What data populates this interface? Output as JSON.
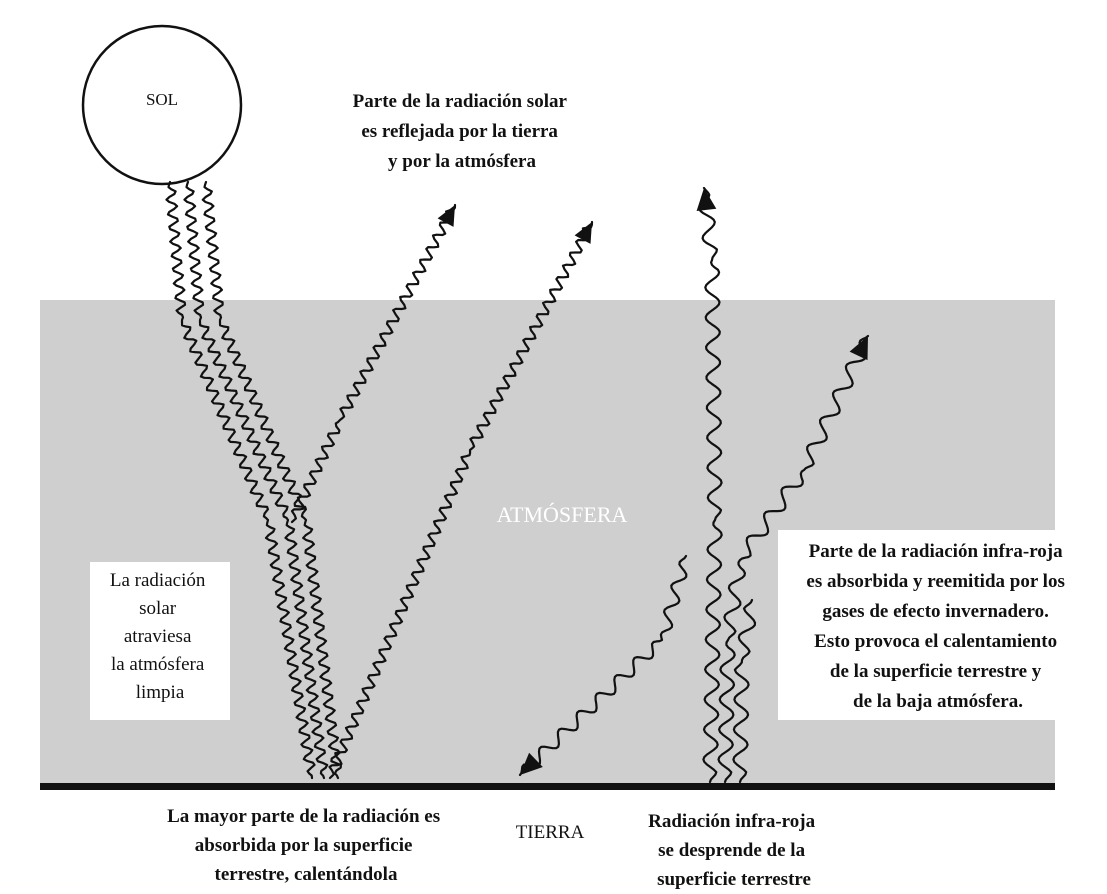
{
  "sun": {
    "label": "SOL"
  },
  "atmosphere": {
    "label": "ATMÓSFERA"
  },
  "earth": {
    "label": "TIERRA"
  },
  "notes": {
    "reflected": [
      "Parte de la radiación solar",
      "es reflejada por la tierra",
      "y por la atmósfera"
    ],
    "transmitted": [
      "La radiación",
      "solar",
      "atraviesa",
      "la atmósfera",
      "limpia"
    ],
    "absorbed": [
      "La mayor parte de la radiación es",
      "absorbida por la superficie",
      "terrestre, calentándola"
    ],
    "infrared_emitted": [
      "Radiación infra-roja",
      "se desprende de la",
      "superficie terrestre"
    ],
    "greenhouse": [
      "Parte de la radiación infra-roja",
      "es absorbida y reemitida por los",
      "gases de efecto invernadero.",
      "Esto provoca el calentamiento",
      "de la superficie terrestre y",
      "de la baja atmósfera."
    ]
  },
  "colors": {
    "atmosphere": "#cfcfcf",
    "ground": "#111111",
    "ink": "#111111",
    "box": "#ffffff"
  }
}
